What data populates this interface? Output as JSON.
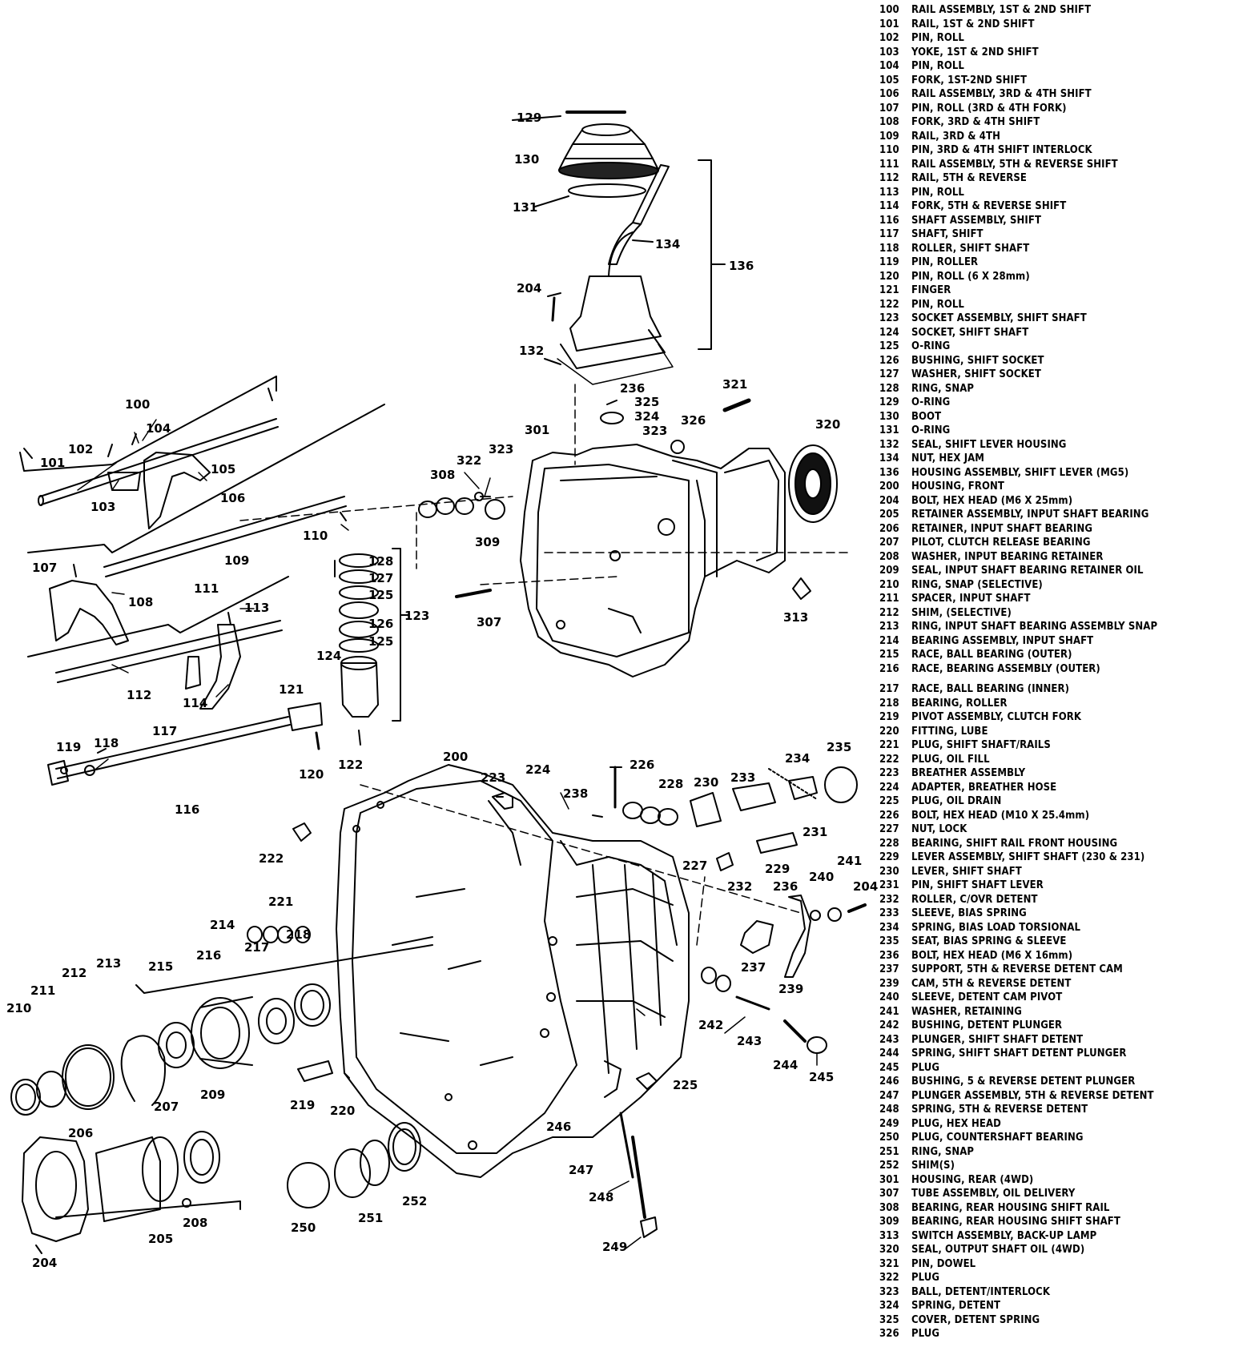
{
  "parts_list": [
    {
      "num": "100",
      "desc": "RAIL ASSEMBLY, 1ST & 2ND SHIFT"
    },
    {
      "num": "101",
      "desc": "RAIL, 1ST & 2ND SHIFT"
    },
    {
      "num": "102",
      "desc": "PIN, ROLL"
    },
    {
      "num": "103",
      "desc": "YOKE, 1ST & 2ND SHIFT"
    },
    {
      "num": "104",
      "desc": "PIN, ROLL"
    },
    {
      "num": "105",
      "desc": "FORK, 1ST-2ND SHIFT"
    },
    {
      "num": "106",
      "desc": "RAIL ASSEMBLY, 3RD & 4TH SHIFT"
    },
    {
      "num": "107",
      "desc": "PIN, ROLL (3RD & 4TH FORK)"
    },
    {
      "num": "108",
      "desc": "FORK, 3RD & 4TH SHIFT"
    },
    {
      "num": "109",
      "desc": "RAIL, 3RD & 4TH"
    },
    {
      "num": "110",
      "desc": "PIN, 3RD & 4TH SHIFT INTERLOCK"
    },
    {
      "num": "111",
      "desc": "RAIL ASSEMBLY, 5TH & REVERSE SHIFT"
    },
    {
      "num": "112",
      "desc": "RAIL, 5TH & REVERSE"
    },
    {
      "num": "113",
      "desc": "PIN, ROLL"
    },
    {
      "num": "114",
      "desc": "FORK, 5TH & REVERSE SHIFT"
    },
    {
      "num": "116",
      "desc": "SHAFT ASSEMBLY, SHIFT"
    },
    {
      "num": "117",
      "desc": "SHAFT, SHIFT"
    },
    {
      "num": "118",
      "desc": "ROLLER, SHIFT SHAFT"
    },
    {
      "num": "119",
      "desc": "PIN, ROLLER"
    },
    {
      "num": "120",
      "desc": "PIN, ROLL (6 X 28mm)"
    },
    {
      "num": "121",
      "desc": "FINGER"
    },
    {
      "num": "122",
      "desc": "PIN, ROLL"
    },
    {
      "num": "123",
      "desc": "SOCKET ASSEMBLY, SHIFT SHAFT"
    },
    {
      "num": "124",
      "desc": "SOCKET, SHIFT SHAFT"
    },
    {
      "num": "125",
      "desc": "O-RING"
    },
    {
      "num": "126",
      "desc": "BUSHING, SHIFT SOCKET"
    },
    {
      "num": "127",
      "desc": "WASHER, SHIFT SOCKET"
    },
    {
      "num": "128",
      "desc": "RING, SNAP"
    },
    {
      "num": "129",
      "desc": "O-RING"
    },
    {
      "num": "130",
      "desc": "BOOT"
    },
    {
      "num": "131",
      "desc": "O-RING"
    },
    {
      "num": "132",
      "desc": "SEAL, SHIFT LEVER HOUSING"
    },
    {
      "num": "134",
      "desc": "NUT, HEX JAM"
    },
    {
      "num": "136",
      "desc": "HOUSING ASSEMBLY, SHIFT LEVER (MG5)"
    },
    {
      "num": "200",
      "desc": "HOUSING, FRONT"
    },
    {
      "num": "204",
      "desc": "BOLT, HEX HEAD (M6 X 25mm)"
    },
    {
      "num": "205",
      "desc": "RETAINER ASSEMBLY, INPUT SHAFT BEARING"
    },
    {
      "num": "206",
      "desc": "RETAINER, INPUT SHAFT BEARING"
    },
    {
      "num": "207",
      "desc": "PILOT, CLUTCH RELEASE BEARING"
    },
    {
      "num": "208",
      "desc": "WASHER, INPUT BEARING RETAINER"
    },
    {
      "num": "209",
      "desc": "SEAL, INPUT SHAFT BEARING RETAINER OIL"
    },
    {
      "num": "210",
      "desc": "RING, SNAP (SELECTIVE)"
    },
    {
      "num": "211",
      "desc": "SPACER, INPUT SHAFT"
    },
    {
      "num": "212",
      "desc": "SHIM, (SELECTIVE)"
    },
    {
      "num": "213",
      "desc": "RING, INPUT SHAFT BEARING ASSEMBLY SNAP"
    },
    {
      "num": "214",
      "desc": "BEARING ASSEMBLY, INPUT SHAFT"
    },
    {
      "num": "215",
      "desc": "RACE, BALL BEARING (OUTER)"
    },
    {
      "num": "216",
      "desc": "RACE, BEARING ASSEMBLY (OUTER)"
    },
    {
      "num": "217",
      "desc": "RACE, BALL BEARING (INNER)"
    },
    {
      "num": "218",
      "desc": "BEARING, ROLLER"
    },
    {
      "num": "219",
      "desc": "PIVOT ASSEMBLY, CLUTCH FORK"
    },
    {
      "num": "220",
      "desc": "FITTING, LUBE"
    },
    {
      "num": "221",
      "desc": "PLUG, SHIFT SHAFT/RAILS"
    },
    {
      "num": "222",
      "desc": "PLUG, OIL FILL"
    },
    {
      "num": "223",
      "desc": "BREATHER ASSEMBLY"
    },
    {
      "num": "224",
      "desc": "ADAPTER, BREATHER HOSE"
    },
    {
      "num": "225",
      "desc": "PLUG, OIL DRAIN"
    },
    {
      "num": "226",
      "desc": "BOLT, HEX HEAD (M10 X 25.4mm)"
    },
    {
      "num": "227",
      "desc": "NUT, LOCK"
    },
    {
      "num": "228",
      "desc": "BEARING, SHIFT RAIL FRONT HOUSING"
    },
    {
      "num": "229",
      "desc": "LEVER ASSEMBLY, SHIFT SHAFT (230 & 231)"
    },
    {
      "num": "230",
      "desc": "LEVER, SHIFT SHAFT"
    },
    {
      "num": "231",
      "desc": "PIN, SHIFT SHAFT LEVER"
    },
    {
      "num": "232",
      "desc": "ROLLER, C/OVR DETENT"
    },
    {
      "num": "233",
      "desc": "SLEEVE, BIAS SPRING"
    },
    {
      "num": "234",
      "desc": "SPRING, BIAS LOAD TORSIONAL"
    },
    {
      "num": "235",
      "desc": "SEAT, BIAS SPRING & SLEEVE"
    },
    {
      "num": "236",
      "desc": "BOLT, HEX HEAD (M6 X 16mm)"
    },
    {
      "num": "237",
      "desc": "SUPPORT, 5TH & REVERSE DETENT CAM"
    },
    {
      "num": "239",
      "desc": "CAM, 5TH & REVERSE DETENT"
    },
    {
      "num": "240",
      "desc": "SLEEVE, DETENT CAM PIVOT"
    },
    {
      "num": "241",
      "desc": "WASHER, RETAINING"
    },
    {
      "num": "242",
      "desc": "BUSHING, DETENT PLUNGER"
    },
    {
      "num": "243",
      "desc": "PLUNGER, SHIFT SHAFT DETENT"
    },
    {
      "num": "244",
      "desc": "SPRING, SHIFT SHAFT DETENT PLUNGER"
    },
    {
      "num": "245",
      "desc": "PLUG"
    },
    {
      "num": "246",
      "desc": "BUSHING, 5 & REVERSE DETENT PLUNGER"
    },
    {
      "num": "247",
      "desc": "PLUNGER ASSEMBLY, 5TH & REVERSE DETENT"
    },
    {
      "num": "248",
      "desc": "SPRING, 5TH & REVERSE DETENT"
    },
    {
      "num": "249",
      "desc": "PLUG, HEX HEAD"
    },
    {
      "num": "250",
      "desc": "PLUG, COUNTERSHAFT BEARING"
    },
    {
      "num": "251",
      "desc": "RING, SNAP"
    },
    {
      "num": "252",
      "desc": "SHIM(S)"
    },
    {
      "num": "301",
      "desc": "HOUSING, REAR (4WD)"
    },
    {
      "num": "307",
      "desc": "TUBE ASSEMBLY, OIL DELIVERY"
    },
    {
      "num": "308",
      "desc": "BEARING, REAR HOUSING SHIFT RAIL"
    },
    {
      "num": "309",
      "desc": "BEARING, REAR HOUSING SHIFT SHAFT"
    },
    {
      "num": "313",
      "desc": "SWITCH ASSEMBLY, BACK-UP LAMP"
    },
    {
      "num": "320",
      "desc": "SEAL, OUTPUT SHAFT OIL (4WD)"
    },
    {
      "num": "321",
      "desc": "PIN, DOWEL"
    },
    {
      "num": "322",
      "desc": "PLUG"
    },
    {
      "num": "323",
      "desc": "BALL, DETENT/INTERLOCK"
    },
    {
      "num": "324",
      "desc": "SPRING, DETENT"
    },
    {
      "num": "325",
      "desc": "COVER, DETENT SPRING"
    },
    {
      "num": "326",
      "desc": "PLUG"
    }
  ],
  "callouts": [
    "129",
    "130",
    "131",
    "134",
    "136",
    "204",
    "132",
    "236",
    "325",
    "324",
    "323",
    "321",
    "326",
    "320",
    "301",
    "322",
    "323",
    "308",
    "309",
    "307",
    "313",
    "100",
    "104",
    "102",
    "105",
    "101",
    "103",
    "106",
    "110",
    "107",
    "109",
    "108",
    "111",
    "113",
    "112",
    "114",
    "128",
    "127",
    "125",
    "126",
    "125",
    "123",
    "124",
    "121",
    "120",
    "122",
    "119",
    "118",
    "117",
    "116",
    "200",
    "223",
    "224",
    "226",
    "238",
    "228",
    "230",
    "233",
    "234",
    "235",
    "231",
    "229",
    "227",
    "232",
    "222",
    "221",
    "241",
    "204",
    "240",
    "236",
    "237",
    "239",
    "242",
    "243",
    "244",
    "245",
    "214",
    "218",
    "217",
    "216",
    "215",
    "213",
    "212",
    "211",
    "210",
    "219",
    "220",
    "225",
    "246",
    "247",
    "248",
    "249",
    "207",
    "209",
    "206",
    "208",
    "205",
    "204",
    "250",
    "251",
    "252"
  ]
}
